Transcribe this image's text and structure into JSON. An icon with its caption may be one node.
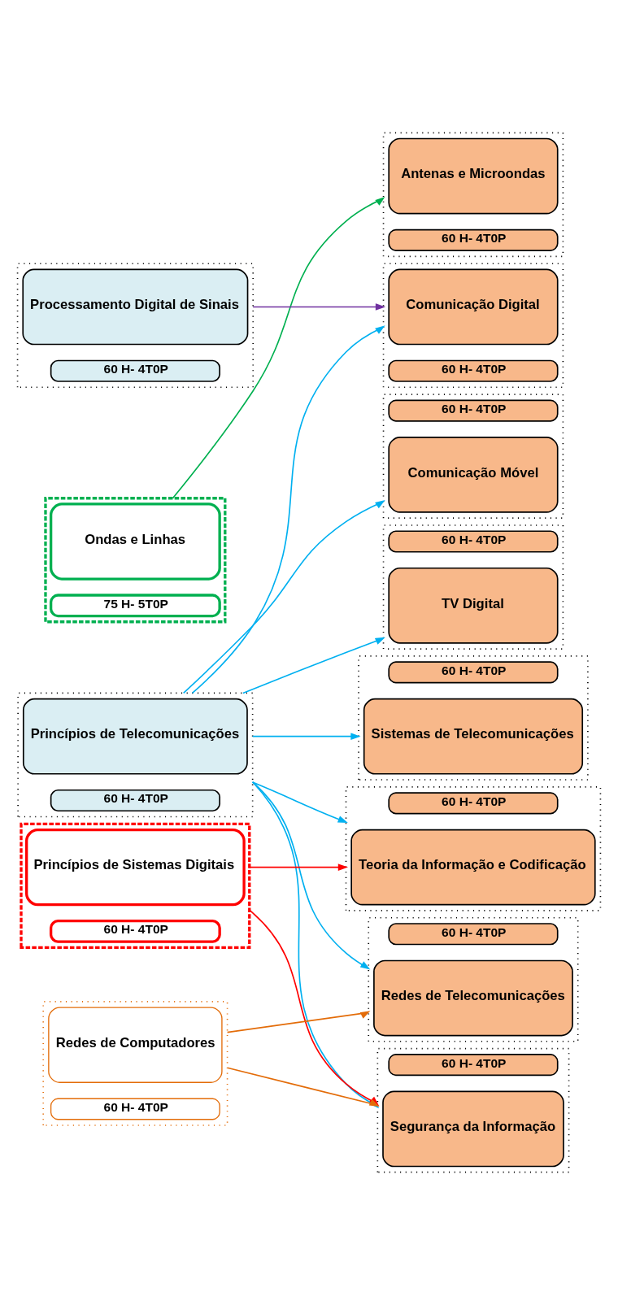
{
  "diagram": {
    "nodes": [
      {
        "text": [],
        "shape": "box"
      },
      {
        "text": [
          "Ondas e Linhas"
        ],
        "in": 0
      },
      {
        "text": [
          "75 H- 5T0P"
        ],
        "in": 0
      },
      {
        "text": [],
        "shape": "box"
      },
      {
        "text": [
          "Princípios de Telecomunicações"
        ],
        "in": 3
      },
      {
        "text": [
          "60 H- 4T0P"
        ],
        "in": 3
      },
      {
        "text": [],
        "shape": "box"
      },
      {
        "text": [
          "Processamento Digital de Sinais"
        ],
        "in": 6
      },
      {
        "text": [
          "60 H- 4T0P"
        ],
        "in": 6
      },
      {
        "text": [],
        "shape": "box"
      },
      {
        "text": [
          "Princípios de Sistemas Digitais"
        ],
        "in": 9
      },
      {
        "text": [
          "60 H- 4T0P"
        ],
        "in": 9
      },
      {
        "text": [],
        "shape": "box"
      },
      {
        "text": [
          "Redes de Computadores"
        ],
        "in": 12
      },
      {
        "text": [
          "60 H- 4T0P"
        ],
        "in": 12
      },
      {
        "text": [],
        "shape": "box"
      },
      {
        "text": [
          "Antenas e Microondas"
        ],
        "in": 15
      },
      {
        "text": [
          "60 H- 4T0P"
        ],
        "in": 15
      },
      {
        "text": [],
        "shape": "box"
      },
      {
        "text": [
          "Sistemas de Telecomunicações"
        ],
        "in": 18
      },
      {
        "text": [
          "60 H- 4T0P"
        ],
        "in": 18
      },
      {
        "text": [],
        "shape": "box"
      },
      {
        "text": [
          "Comunicação Móvel"
        ],
        "in": 21
      },
      {
        "text": [
          "60 H- 4T0P"
        ],
        "in": 21
      },
      {
        "text": [],
        "shape": "box"
      },
      {
        "text": [
          "TV Digital"
        ],
        "in": 24
      },
      {
        "text": [
          "60 H- 4T0P"
        ],
        "in": 24
      },
      {
        "text": [],
        "shape": "box"
      },
      {
        "text": [
          "Comunicação Digital"
        ],
        "in": 27
      },
      {
        "text": [
          "60 H- 4T0P"
        ],
        "in": 27
      },
      {
        "text": [],
        "shape": "box"
      },
      {
        "text": [
          "Teoria da Informação e Codificação"
        ],
        "in": 30
      },
      {
        "text": [
          "60 H- 4T0P"
        ],
        "in": 30
      },
      {
        "text": [],
        "shape": "box"
      },
      {
        "text": [
          "Redes de Telecomunicações"
        ],
        "in": 33
      },
      {
        "text": [
          "60 H- 4T0P"
        ],
        "in": 33
      },
      {
        "text": [],
        "shape": "box"
      },
      {
        "text": [
          "Segurança da Informação"
        ],
        "in": 36
      },
      {
        "text": [
          "60 H- 4T0P"
        ],
        "in": 36
      }
    ],
    "edges": [
      {
        "from": 0,
        "to": 15,
        "arrow": "to",
        "color": "#00b050"
      },
      {
        "from": 3,
        "to": 18,
        "arrow": "to"
      },
      {
        "from": 3,
        "to": 21,
        "arrow": "to"
      },
      {
        "from": 3,
        "to": 24,
        "arrow": "to"
      },
      {
        "from": 3,
        "to": 27,
        "arrow": "to"
      },
      {
        "from": 3,
        "to": 30,
        "arrow": "to"
      },
      {
        "from": 3,
        "to": 33,
        "arrow": "to"
      },
      {
        "from": 3,
        "to": 36,
        "arrow": "to"
      },
      {
        "from": 6,
        "to": 27,
        "arrow": "to",
        "color": "#7030a0"
      },
      {
        "from": 9,
        "to": 30,
        "arrow": "to",
        "color": "#ff0000"
      },
      {
        "from": 9,
        "to": 36,
        "arrow": "to",
        "color": "#ff0000"
      },
      {
        "from": 12,
        "to": 33,
        "arrow": "to",
        "color": "#e36c09"
      },
      {
        "from": 12,
        "to": 36,
        "arrow": "to",
        "color": "#e36c09"
      }
    ]
  }
}
